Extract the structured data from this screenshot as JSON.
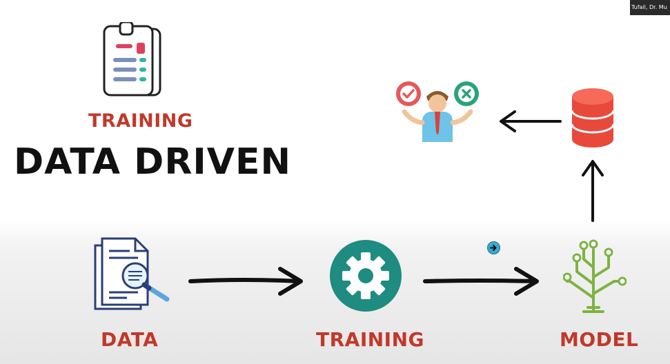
{
  "colors": {
    "label_red": "#c0392b",
    "teal": "#1e8c80",
    "navy": "#2a3e78",
    "green": "#7cb342",
    "db_red": "#ea4b3c"
  },
  "diagram": {
    "heading_small": "TRAINING",
    "heading_big": "DATA DRIVEN",
    "nodes": [
      {
        "id": "data",
        "label": "DATA",
        "icon": "document-search-icon"
      },
      {
        "id": "training",
        "label": "TRAINING",
        "icon": "gear-icon"
      },
      {
        "id": "model",
        "label": "MODEL",
        "icon": "circuit-tree-icon"
      },
      {
        "id": "database",
        "label": "",
        "icon": "database-icon"
      },
      {
        "id": "decision",
        "label": "",
        "icon": "person-decision-icon"
      }
    ],
    "edges": [
      {
        "from": "data",
        "to": "training"
      },
      {
        "from": "training",
        "to": "model"
      },
      {
        "from": "model",
        "to": "database"
      },
      {
        "from": "database",
        "to": "decision"
      }
    ]
  },
  "overlay": {
    "participant_name": "Tufail, Dr. Mu"
  },
  "icons": {
    "clipboard": "clipboard-icon",
    "cursor": "cursor-arrow-icon"
  }
}
